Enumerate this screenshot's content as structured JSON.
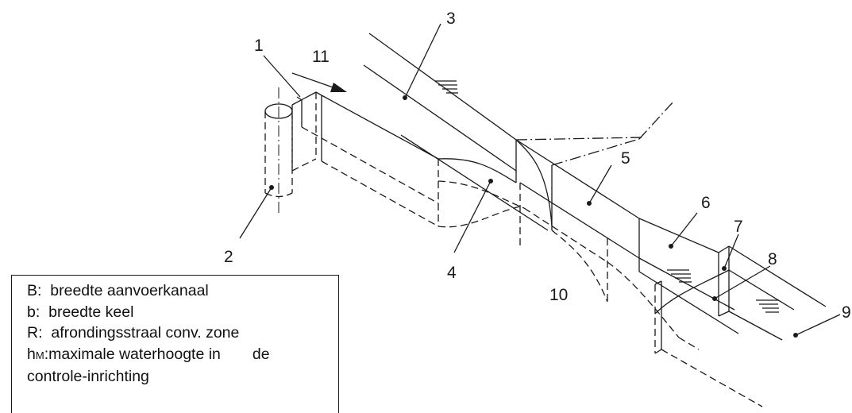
{
  "callouts": [
    "1",
    "2",
    "3",
    "4",
    "5",
    "6",
    "7",
    "8",
    "9",
    "10",
    "11"
  ],
  "legend": {
    "row1": {
      "key": "B:",
      "text": "breedte aanvoerkanaal"
    },
    "row2": {
      "key": "b:",
      "text": "breedte keel"
    },
    "row3": {
      "key": "R:",
      "text": "afrondingsstraal conv. zone"
    },
    "row4": {
      "key_main": "h",
      "key_sub": "M",
      "text": ":maximale waterhoogte in",
      "text_end": "de"
    },
    "row5": {
      "text": "controle-inrichting"
    }
  }
}
